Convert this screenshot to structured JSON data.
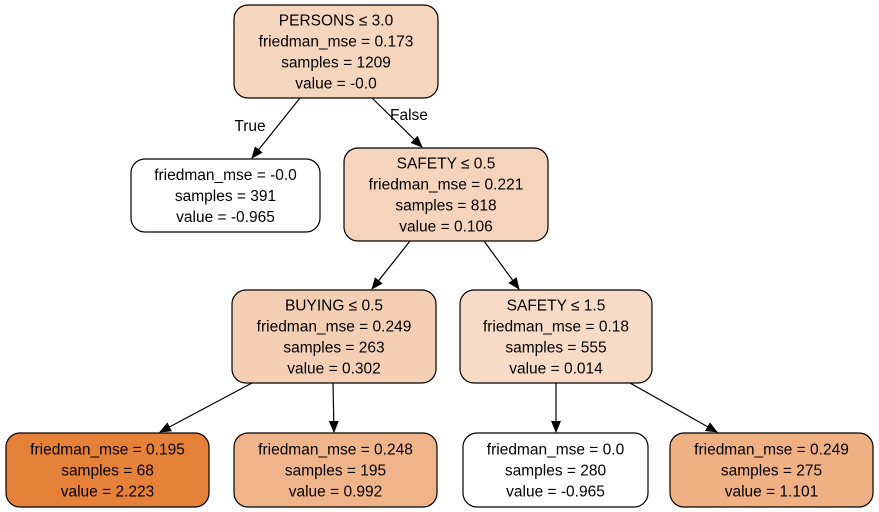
{
  "tree": {
    "nodes": [
      {
        "id": "n0",
        "lines": [
          "PERSONS ≤ 3.0",
          "friedman_mse = 0.173",
          "samples = 1209",
          "value = -0.0"
        ],
        "fill": "#f6d5bd"
      },
      {
        "id": "n1",
        "lines": [
          "friedman_mse = -0.0",
          "samples = 391",
          "value = -0.965"
        ],
        "fill": "#ffffff"
      },
      {
        "id": "n2",
        "lines": [
          "SAFETY ≤ 0.5",
          "friedman_mse = 0.221",
          "samples = 818",
          "value = 0.106"
        ],
        "fill": "#f6d4bb"
      },
      {
        "id": "n3",
        "lines": [
          "BUYING ≤ 0.5",
          "friedman_mse = 0.249",
          "samples = 263",
          "value = 0.302"
        ],
        "fill": "#f5cfb3"
      },
      {
        "id": "n4",
        "lines": [
          "SAFETY ≤ 1.5",
          "friedman_mse = 0.18",
          "samples = 555",
          "value = 0.014"
        ],
        "fill": "#f8dbc7"
      },
      {
        "id": "n5",
        "lines": [
          "friedman_mse = 0.195",
          "samples = 68",
          "value = 2.223"
        ],
        "fill": "#e58139"
      },
      {
        "id": "n6",
        "lines": [
          "friedman_mse = 0.248",
          "samples = 195",
          "value = 0.992"
        ],
        "fill": "#f0b48a"
      },
      {
        "id": "n7",
        "lines": [
          "friedman_mse = 0.0",
          "samples = 280",
          "value = -0.965"
        ],
        "fill": "#ffffff"
      },
      {
        "id": "n8",
        "lines": [
          "friedman_mse = 0.249",
          "samples = 275",
          "value = 1.101"
        ],
        "fill": "#efb083"
      }
    ],
    "edges": [
      {
        "from": "n0",
        "to": "n1",
        "label": "True"
      },
      {
        "from": "n0",
        "to": "n2",
        "label": "False"
      },
      {
        "from": "n2",
        "to": "n3",
        "label": ""
      },
      {
        "from": "n2",
        "to": "n4",
        "label": ""
      },
      {
        "from": "n3",
        "to": "n5",
        "label": ""
      },
      {
        "from": "n3",
        "to": "n6",
        "label": ""
      },
      {
        "from": "n4",
        "to": "n7",
        "label": ""
      },
      {
        "from": "n4",
        "to": "n8",
        "label": ""
      }
    ]
  }
}
